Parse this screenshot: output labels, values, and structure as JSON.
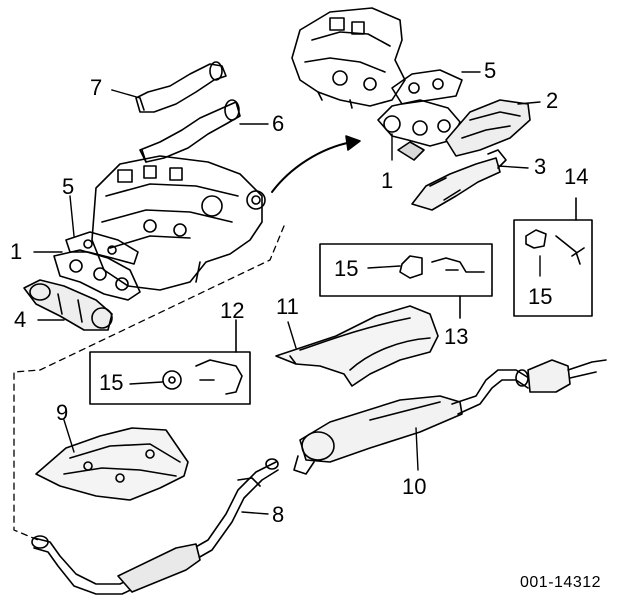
{
  "diagram": {
    "callouts": {
      "c7": "7",
      "c6": "6",
      "c5_upper_right": "5",
      "c2": "2",
      "c1_right": "1",
      "c3": "3",
      "c14": "14",
      "c15_right": "15",
      "c5_left": "5",
      "c1_left": "1",
      "c4": "4",
      "c12": "12",
      "c15_left": "15",
      "c11": "11",
      "c15_center": "15",
      "c13": "13",
      "c9": "9",
      "c10": "10",
      "c8": "8"
    },
    "part_number": "001-14312"
  }
}
